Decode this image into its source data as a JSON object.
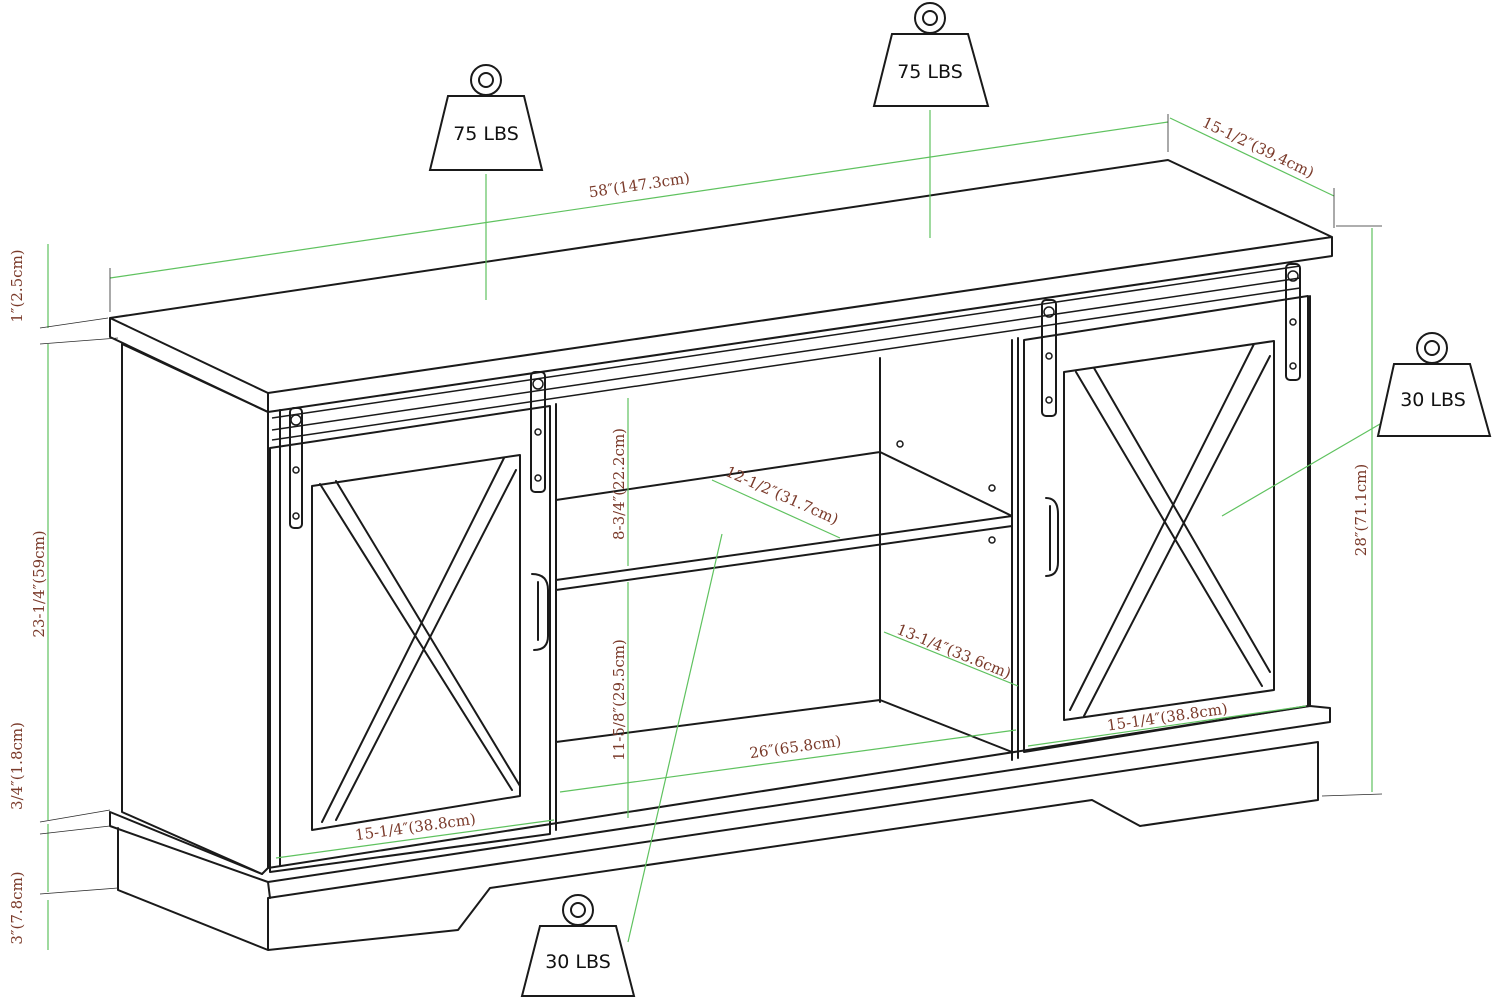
{
  "weights": {
    "top_left": "75 LBS",
    "top_center": "75 LBS",
    "right_door": "30 LBS",
    "bottom_shelf": "30 LBS"
  },
  "dimensions": {
    "width": "58″(147.3cm)",
    "depth": "15-1/2″(39.4cm)",
    "top_thickness": "1″(2.5cm)",
    "body_height": "23-1/4″(59cm)",
    "plinth_trim": "3/4″(1.8cm)",
    "base_height": "3″(7.8cm)",
    "total_height": "28″(71.1cm)",
    "shelf_upper_height": "8-3/4″(22.2cm)",
    "shelf_depth": "12-1/2″(31.7cm)",
    "shelf_lower_height": "11-5/8″(29.5cm)",
    "inner_depth": "13-1/4″(33.6cm)",
    "center_width": "26″(65.8cm)",
    "left_door_width": "15-1/4″(38.8cm)",
    "right_door_width": "15-1/4″(38.8cm)"
  },
  "colors": {
    "dimension_line": "#5fc25f",
    "dimension_text": "#7a3a2a",
    "outline": "#1a1a1a"
  }
}
